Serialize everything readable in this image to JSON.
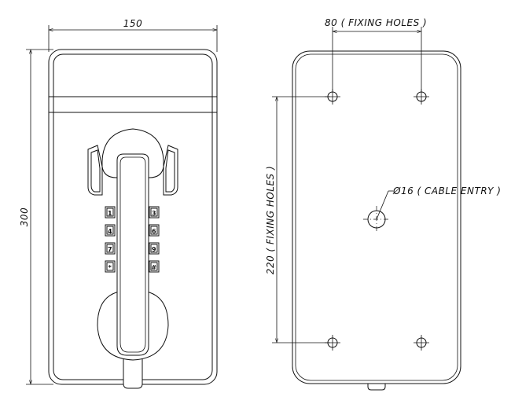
{
  "dimensions": {
    "front_width": "150",
    "front_height": "300",
    "hole_spacing_h": "80 ( FIXING HOLES )",
    "hole_spacing_v": "220 ( FIXING HOLES )",
    "cable_entry": "Ø16 ( CABLE ENTRY )"
  },
  "keypad": {
    "left_keys": [
      "1",
      "4",
      "7",
      "*"
    ],
    "right_keys": [
      "3",
      "6",
      "9",
      "#"
    ]
  },
  "colors": {
    "line": "#111111",
    "background": "#ffffff"
  }
}
